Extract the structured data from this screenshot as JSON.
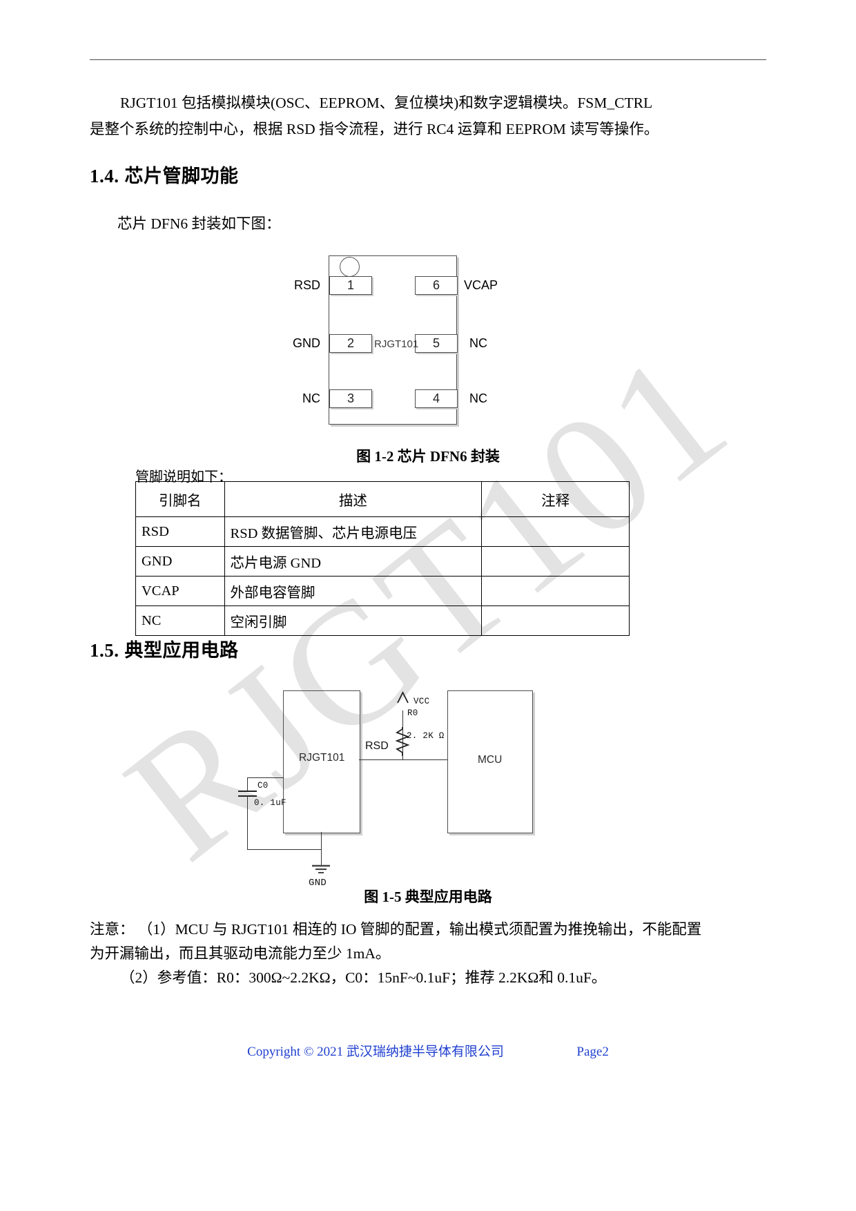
{
  "watermark": {
    "text": "RJGT101"
  },
  "body": {
    "intro_line1": "RJGT101 包括模拟模块(OSC、EEPROM、复位模块)和数字逻辑模块。FSM_CTRL",
    "intro_line2": "是整个系统的控制中心，根据 RSD 指令流程，进行 RC4 运算和 EEPROM 读写等操作。"
  },
  "section_14": {
    "number": "1.4.",
    "title": "芯片管脚功能",
    "lead_text": "芯片 DFN6 封装如下图：",
    "figure_caption": "图 1-2  芯片 DFN6 封装",
    "table_lead": "管脚说明如下："
  },
  "package": {
    "center_label": "RJGT101",
    "pins": [
      {
        "num": "1",
        "label": "RSD",
        "side": "left"
      },
      {
        "num": "2",
        "label": "GND",
        "side": "left"
      },
      {
        "num": "3",
        "label": "NC",
        "side": "left"
      },
      {
        "num": "6",
        "label": "VCAP",
        "side": "right"
      },
      {
        "num": "5",
        "label": "NC",
        "side": "right"
      },
      {
        "num": "4",
        "label": "NC",
        "side": "right"
      }
    ]
  },
  "pin_table": {
    "headers": [
      "引脚名",
      "描述",
      "注释"
    ],
    "rows": [
      {
        "name": "RSD",
        "desc": "RSD 数据管脚、芯片电源电压",
        "note": ""
      },
      {
        "name": "GND",
        "desc": "芯片电源 GND",
        "note": ""
      },
      {
        "name": "VCAP",
        "desc": "外部电容管脚",
        "note": ""
      },
      {
        "name": "NC",
        "desc": "空闲引脚",
        "note": ""
      }
    ]
  },
  "section_15": {
    "number": "1.5.",
    "title": "典型应用电路",
    "figure_caption": "图 1-5  典型应用电路"
  },
  "circuit": {
    "chip_label": "RJGT101",
    "mcu_label": "MCU",
    "net_label": "RSD",
    "vcc_label": "VCC",
    "resistor_ref": "R0",
    "resistor_value": "2. 2K Ω",
    "cap_ref": "C0",
    "cap_value": "0. 1uF",
    "ground_label": "GND"
  },
  "notes": {
    "line1": "注意： （1）MCU 与 RJGT101 相连的 IO 管脚的配置，输出模式须配置为推挽输出，不能配置",
    "line2": "为开漏输出，而且其驱动电流能力至少 1mA。",
    "line3": "（2）参考值：R0：300Ω~2.2KΩ，C0：15nF~0.1uF；推荐 2.2KΩ和 0.1uF。"
  },
  "footer": {
    "copyright": "Copyright © 2021 武汉瑞纳捷半导体有限公司",
    "page": "Page2"
  }
}
